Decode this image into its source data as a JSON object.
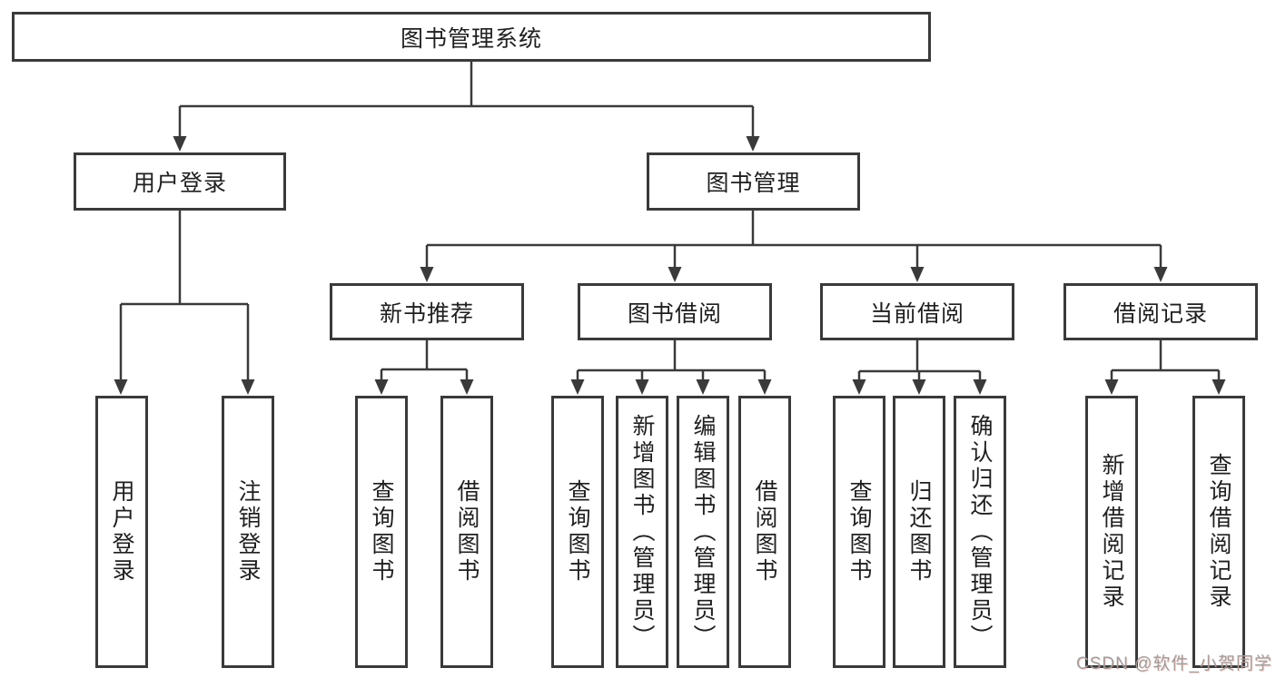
{
  "nodes": {
    "root": "图书管理系统",
    "l2": [
      "用户登录",
      "图书管理"
    ],
    "l3": [
      "新书推荐",
      "图书借阅",
      "当前借阅",
      "借阅记录"
    ],
    "l4": {
      "login": [
        "用户登录",
        "注销登录"
      ],
      "recommend": [
        "查询图书",
        "借阅图书"
      ],
      "borrow": [
        "查询图书",
        "新增图书（管理员）",
        "编辑图书（管理员）",
        "借阅图书"
      ],
      "current": [
        "查询图书",
        "归还图书",
        "确认归还（管理员）"
      ],
      "records": [
        "新增借阅记录",
        "查询借阅记录"
      ]
    }
  },
  "watermark": "CSDN @软件_小贺同学",
  "colors": {
    "line": "#3a3a3a",
    "text": "#1f1f1f",
    "background": "#ffffff",
    "watermark": "#9e9e9e"
  }
}
